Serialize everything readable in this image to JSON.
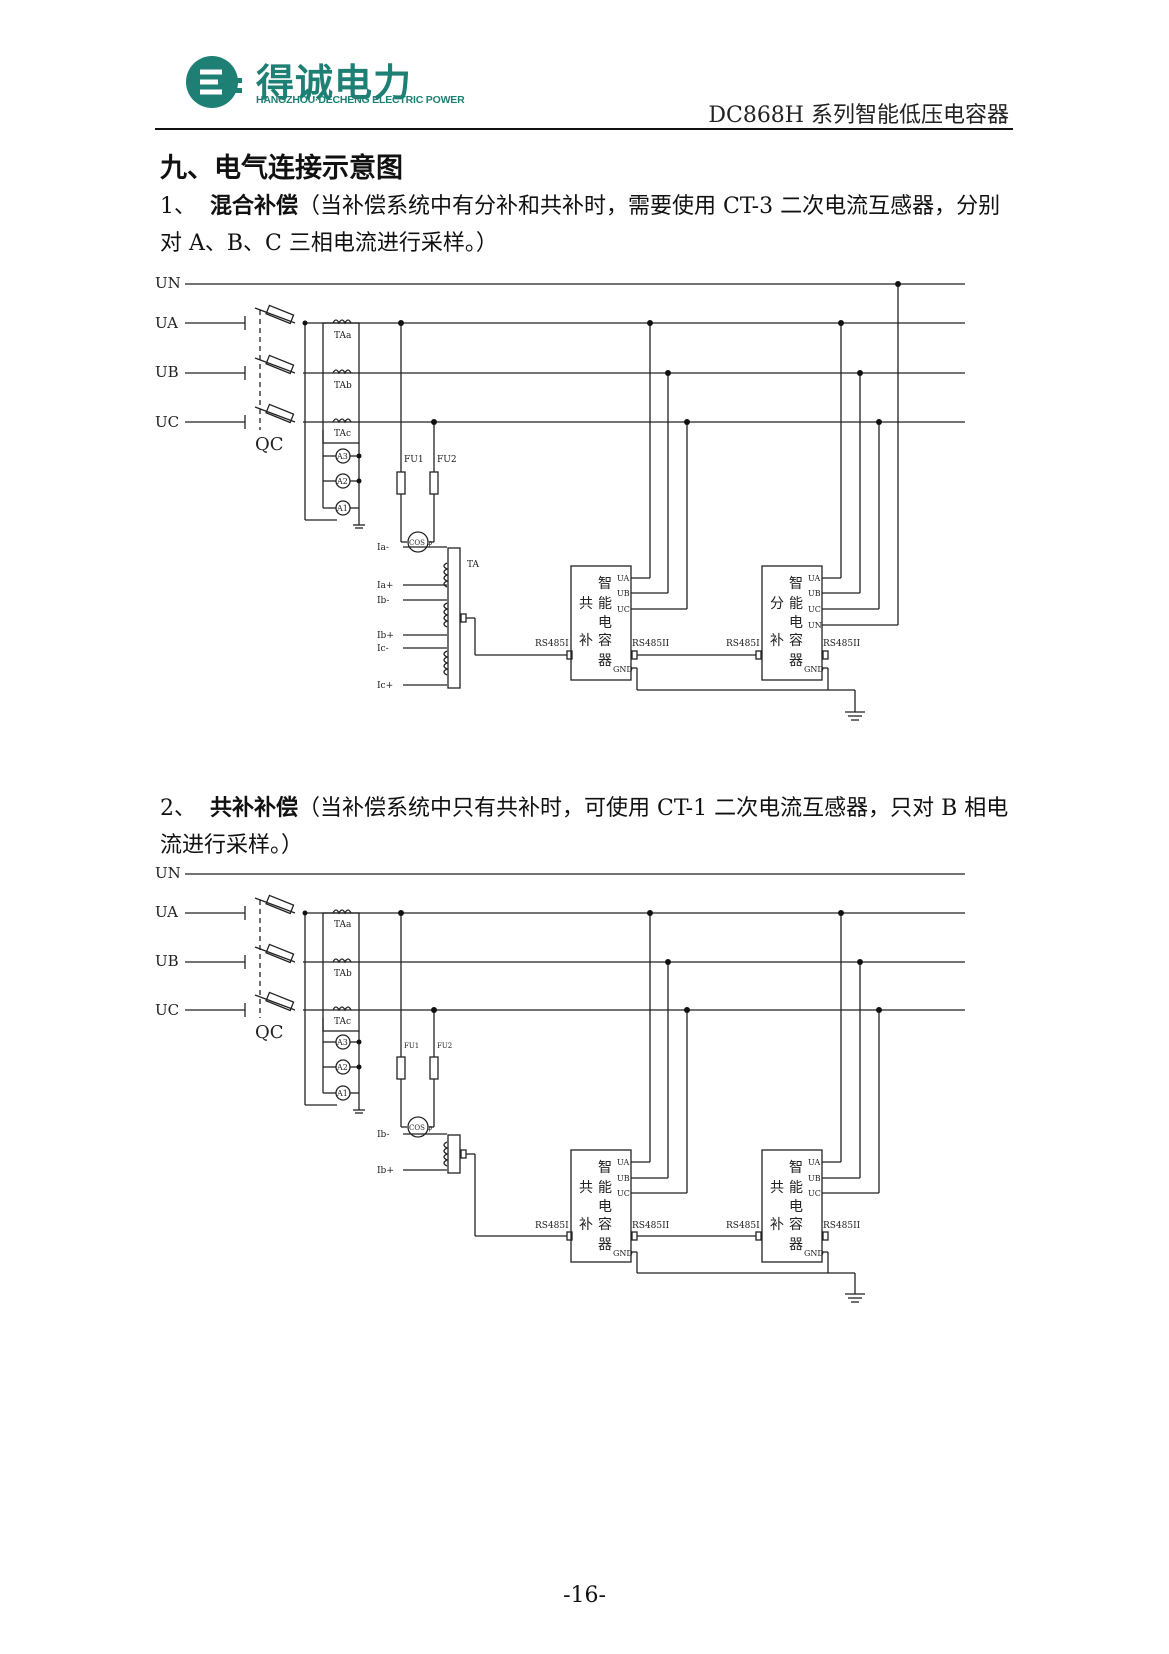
{
  "header": {
    "logo_cn": "得诚电力",
    "logo_en": "HANGZHOU·DECHENG ELECTRIC POWER",
    "doc_title": "DC868H 系列智能低压电容器",
    "brand_color": "#1e7f74"
  },
  "section": {
    "title": "九、电气连接示意图"
  },
  "para1": {
    "num": "1、",
    "bold": "混合补偿",
    "text": "（当补偿系统中有分补和共补时，需要使用 CT-3 二次电流互感器，分别对 A、B、C 三相电流进行采样。）"
  },
  "para2": {
    "num": "2、",
    "bold": "共补补偿",
    "text": "（当补偿系统中只有共补时，可使用 CT-1 二次电流互感器，只对 B 相电流进行采样。）"
  },
  "diagram": {
    "lines": [
      "UN",
      "UA",
      "UB",
      "UC"
    ],
    "breaker": "QC",
    "cts": [
      "TAa",
      "TAb",
      "TAc"
    ],
    "ammeters": [
      "A3",
      "A2",
      "A1"
    ],
    "fuses": [
      "FU1",
      "FU2"
    ],
    "cos": "COS φ",
    "ta": "TA",
    "ct3_terms": [
      "Ia-",
      "Ia+",
      "Ib-",
      "Ib+",
      "Ic-",
      "Ic+"
    ],
    "ct1_terms": [
      "Ib-",
      "Ib+"
    ],
    "rs485_in": "RS485I",
    "rs485_out": "RS485II",
    "gnd": "GND",
    "term_ua": "UA",
    "term_ub": "UB",
    "term_uc": "UC",
    "term_un": "UN",
    "dev_shared": [
      "智",
      "共",
      "能",
      "电",
      "补",
      "容",
      "器"
    ],
    "dev_split": [
      "智",
      "分",
      "能",
      "电",
      "补",
      "容",
      "器"
    ]
  },
  "footer": {
    "page": "-16-"
  }
}
